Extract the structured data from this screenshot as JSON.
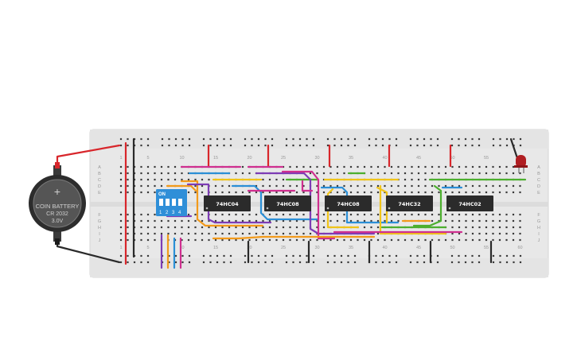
{
  "battery": {
    "plus": "+",
    "label1": "COIN BATTERY",
    "label2": "CR 2032",
    "label3": "3.0V"
  },
  "dip_switch": {
    "on_label": "ON",
    "numbers": [
      "1",
      "2",
      "3",
      "4"
    ]
  },
  "chips": [
    "74HC04",
    "74HC08",
    "74HC08",
    "74HC32",
    "74HC02"
  ],
  "breadboard": {
    "row_letters_top": [
      "A",
      "B",
      "C",
      "D",
      "E"
    ],
    "row_letters_bottom": [
      "F",
      "G",
      "H",
      "I",
      "J"
    ],
    "col_numbers": [
      "1",
      "5",
      "10",
      "15",
      "20",
      "25",
      "30",
      "35",
      "40",
      "45",
      "50",
      "55",
      "60"
    ]
  },
  "colors": {
    "board": "#e8e8e8",
    "chip": "#2b2b2b",
    "dip": "#2f8fd8",
    "red_wire": "#d8262b",
    "black_wire": "#2a2a2a",
    "led": "#b01e22"
  }
}
